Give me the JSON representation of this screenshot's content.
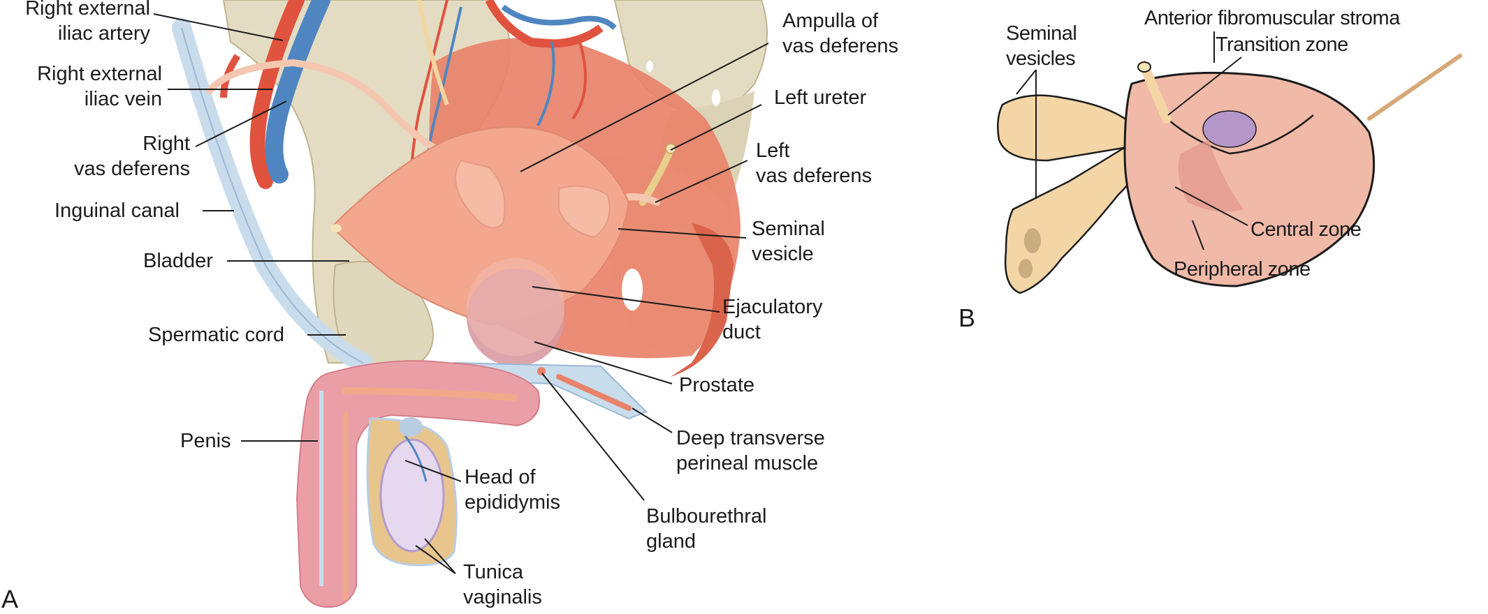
{
  "figure": {
    "panels": [
      {
        "id": "A",
        "letter": "A",
        "subject": "male pelvic anatomy, sagittal/oblique view"
      },
      {
        "id": "B",
        "letter": "B",
        "subject": "prostate zones"
      }
    ]
  },
  "panel_a": {
    "letter": "A",
    "labels": {
      "right_external_iliac_artery": "Right external\n   iliac artery",
      "right_external_iliac_vein": "Right external\n     iliac vein",
      "right_vas_deferens": "          Right\nvas deferens",
      "inguinal_canal": "Inguinal canal",
      "bladder": "Bladder",
      "spermatic_cord": "Spermatic cord",
      "penis": "Penis",
      "head_of_epididymis": "Head of\nepididymis",
      "tunica_vaginalis": "Tunica\nvaginalis",
      "ampulla_of_vas_deferens": "Ampulla of\nvas deferens",
      "left_ureter": "Left ureter",
      "left_vas_deferens": "Left\nvas deferens",
      "seminal_vesicle": "Seminal\nvesicle",
      "ejaculatory_duct": "Ejaculatory\nduct",
      "prostate": "Prostate",
      "deep_transverse_perineal_muscle": "Deep transverse\nperineal muscle",
      "bulbourethral_gland": "Bulbourethral\ngland"
    }
  },
  "panel_b": {
    "letter": "B",
    "labels": {
      "seminal_vesicles": "Seminal\nvesicles",
      "anterior_fibromuscular_stroma": "Anterior fibromuscular stroma",
      "transition_zone": "Transition zone",
      "central_zone": "Central zone",
      "peripheral_zone": "Peripheral zone"
    }
  },
  "colors": {
    "bone": "#e3dcc2",
    "bone_shadow": "#c9bf9f",
    "muscle": "#e8826a",
    "muscle_dark": "#d9634b",
    "bladder": "#f2a78e",
    "artery": "#e0533f",
    "vein": "#4f86c2",
    "vas": "#f5c7b0",
    "fascia": "#c8dcec",
    "prostate": "#d99aa3",
    "testis": "#e6d8ee",
    "tunica": "#e9c58e",
    "penis": "#ea9fa6",
    "b_prostate": "#f0b9a8",
    "b_transition": "#b596c9",
    "b_vesicle": "#f4d5a6"
  }
}
